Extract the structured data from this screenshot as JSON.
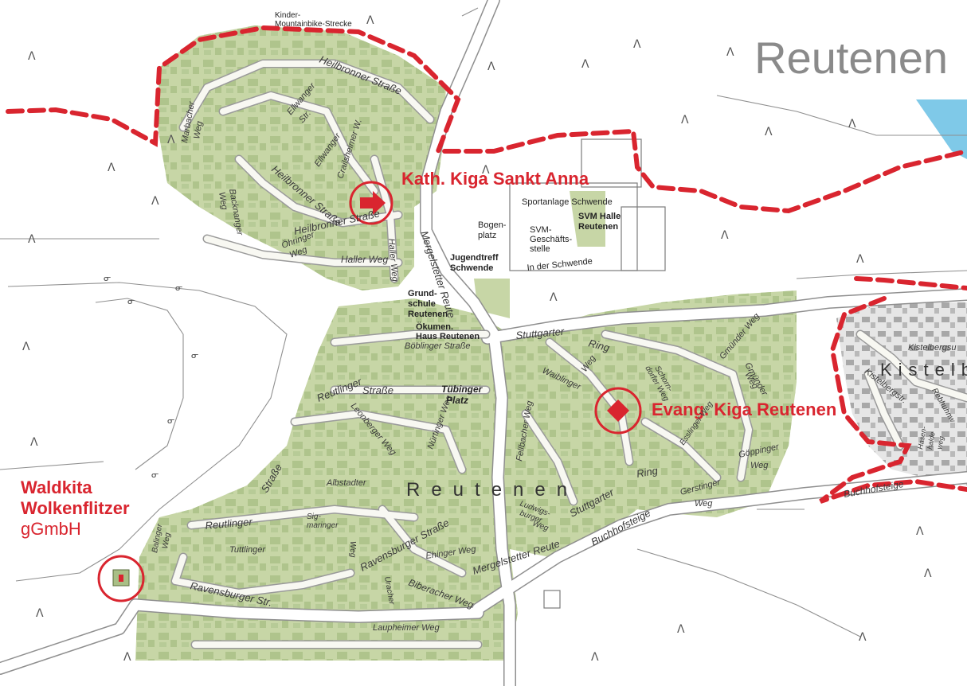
{
  "map": {
    "title": "Reutenen",
    "district_label": "Reutenen",
    "neighbor_district": "Kistelb",
    "colors": {
      "residential": "#c7d6a6",
      "block": "#a9bf86",
      "road": "#ffffff",
      "road_outline": "#8f8f8f",
      "boundary": "#d9252f",
      "accent": "#d9252f",
      "water": "#7fc9e8",
      "other_built": "#a8a8a8"
    }
  },
  "pois": {
    "kiga_anna": {
      "title": "Kath. Kiga Sankt Anna",
      "icon": "arrow-icon"
    },
    "kiga_reutenen": {
      "title": "Evang. Kiga Reutenen",
      "icon": "diamond-icon"
    },
    "waldkita": {
      "line1": "Waldkita",
      "line2": "Wolkenflitzer",
      "line3": "gGmbH",
      "icon": "house-icon"
    }
  },
  "places": {
    "mtb": [
      "Kinder-",
      "Mountainbike-Strecke"
    ],
    "sportanlage": "Sportanlage Schwende",
    "svm_halle": [
      "SVM Halle",
      "Reutenen"
    ],
    "bogenplatz": [
      "Bogen-",
      "platz"
    ],
    "svm_geschaeft": [
      "SVM-",
      "Geschäfts-",
      "stelle"
    ],
    "in_der_schwende": "In der Schwende",
    "jugendtreff": [
      "Jugendtreff",
      "Schwende"
    ],
    "grundschule": [
      "Grund-",
      "schule",
      "Reutenen"
    ],
    "oekumen": [
      "Ökumen.",
      "Haus Reutenen"
    ],
    "tuebinger": [
      "Tübinger",
      "Platz"
    ]
  },
  "streets": {
    "heilbronner": "Heilbronner Straße",
    "ellwanger": [
      "Ellwanger",
      "Str."
    ],
    "crailsheimer": "Crailsheimer W.",
    "marbacher": [
      "Marbacher",
      "Weg"
    ],
    "backnanger": [
      "Backnanger",
      "Weg"
    ],
    "oehringer": [
      "Öhringer",
      "Weg"
    ],
    "haller_weg": "Haller Weg",
    "mergelstetter_reute": "Mergelstetter Reute",
    "boeblinger": "Böblinger Straße",
    "stuttgarter_ring": [
      "Stuttgarter",
      "Ring"
    ],
    "waiblinger": [
      "Waiblinger",
      "Weg"
    ],
    "schorndorfer": [
      "Schorn-",
      "dorfer Weg"
    ],
    "gmuender": [
      "Gmünder Weg",
      "Gmünder",
      "Weg"
    ],
    "reutlinger": [
      "Reutlinger",
      "Straße"
    ],
    "leonberger": [
      "Leonberger Weg"
    ],
    "nuertinger": [
      "Nürtinger Weg"
    ],
    "fellbacher": "Fellbacher Weg",
    "esslinger": "Esslinger Weg",
    "goeppinger": [
      "Göppinger",
      "Weg"
    ],
    "gerstinger": [
      "Gerstinger",
      "Weg"
    ],
    "albstadter": "Albstadter",
    "sigmaringer": [
      "Sig-",
      "maringer",
      "Weg"
    ],
    "ravensburger": [
      "Ravensburger Straße",
      "Ravensburger Str."
    ],
    "tuttlinger": "Tuttlinger",
    "ludwigsburger": [
      "Ludwigs-",
      "burger",
      "Weg"
    ],
    "ehinger": "Ehinger Weg",
    "biberacher": "Biberacher Weg",
    "uracher": "Uracher",
    "balinger": [
      "Balinger",
      "Weg"
    ],
    "laupheimer": "Laupheimer Weg",
    "buchhofsteige": [
      "Buchhofsteige",
      "Buchhofsteige"
    ],
    "kistelbergstr": "Kistelbergstr.",
    "kistelbergsu": "Kistelbergsu",
    "rebhuhnweg": "Rebhuhnw",
    "hasenweg": [
      "Hasen-",
      "halde",
      "weg"
    ]
  }
}
